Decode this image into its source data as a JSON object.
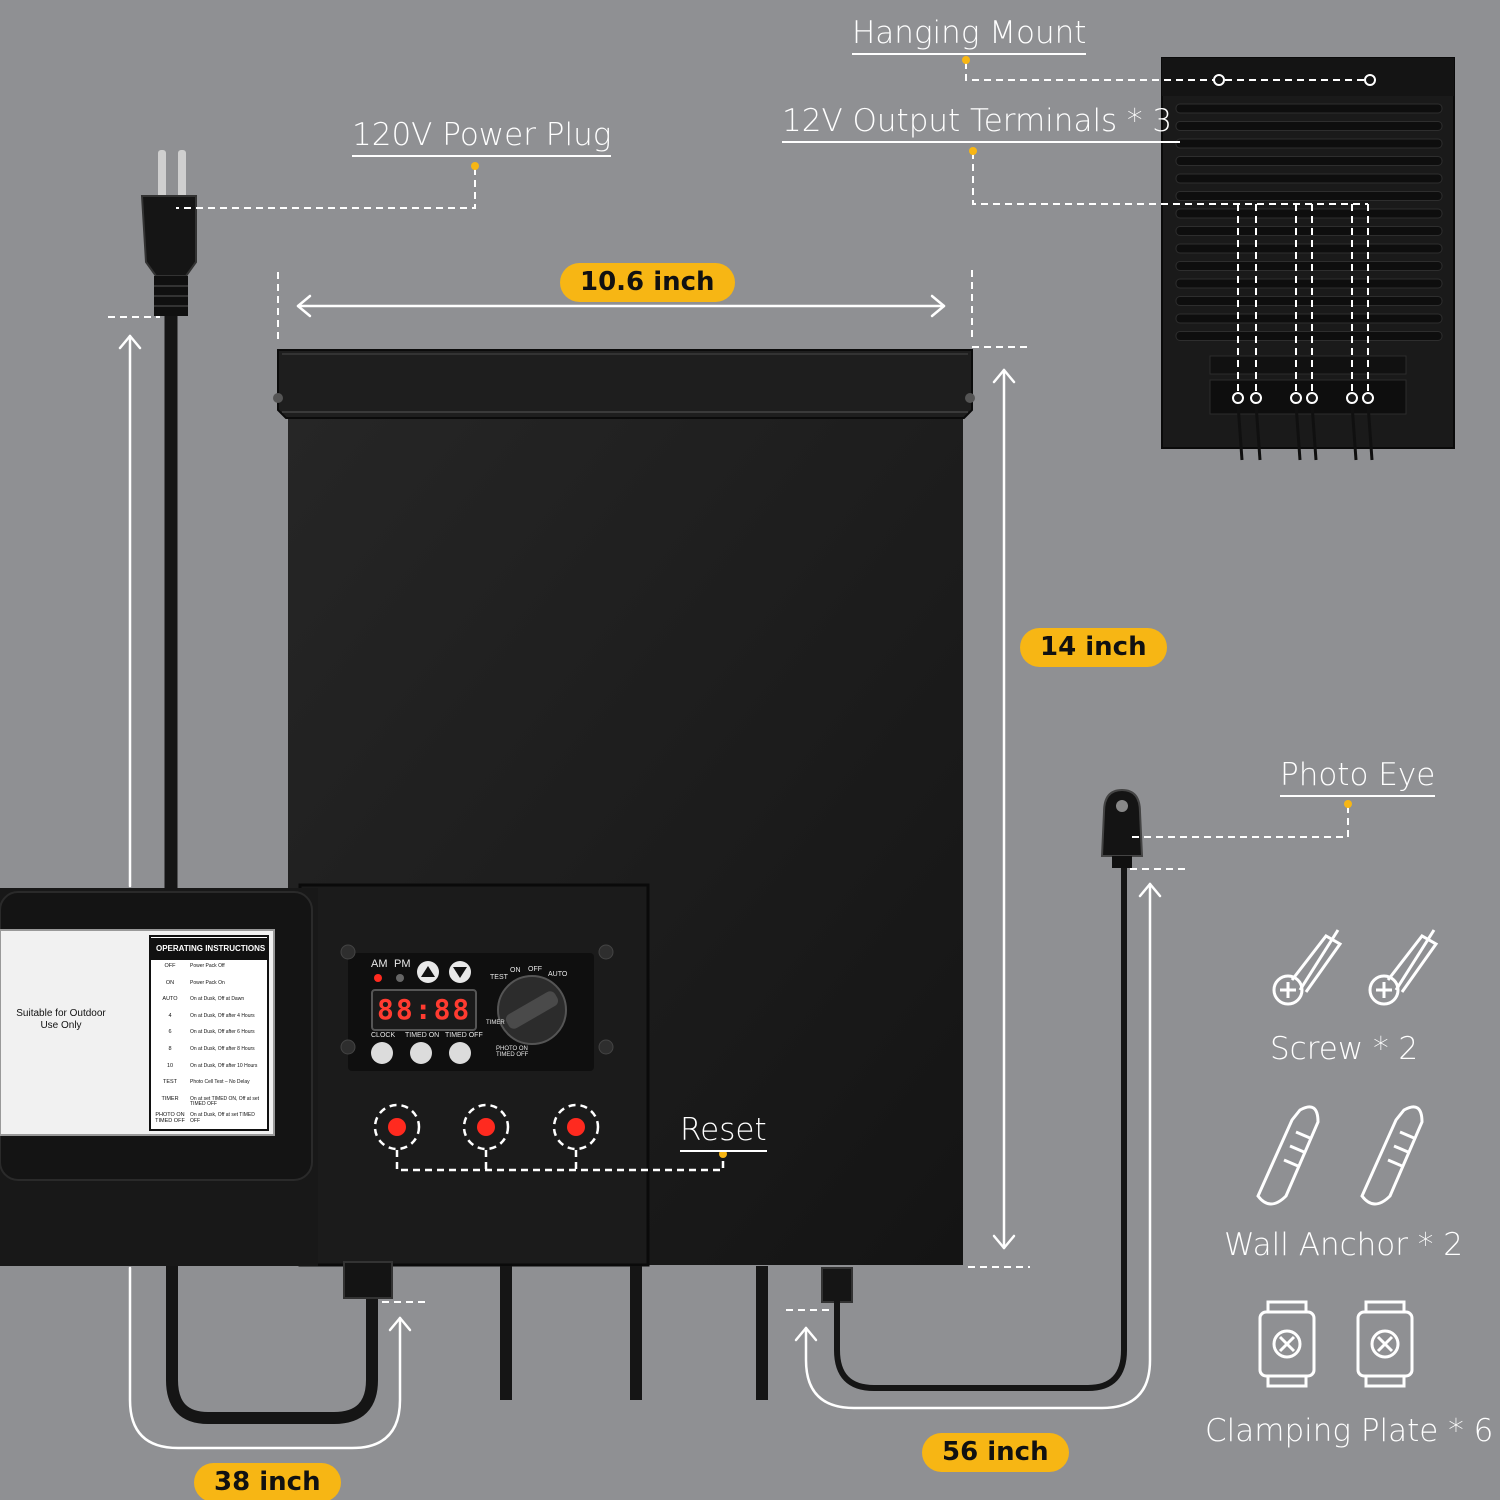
{
  "callouts": {
    "hanging_mount": "Hanging Mount",
    "output_terminals": "12V Output Terminals * 3",
    "power_plug": "120V Power Plug",
    "photo_eye": "Photo Eye",
    "reset": "Reset"
  },
  "dimensions": {
    "width": "10.6 inch",
    "height": "14 inch",
    "cord_plug": "38 inch",
    "cord_photo_eye": "56 inch"
  },
  "accessories": {
    "screw": "Screw * 2",
    "wall_anchor": "Wall Anchor * 2",
    "clamping_plate": "Clamping Plate * 6"
  },
  "control_panel": {
    "am": "AM",
    "pm": "PM",
    "display": "88:88",
    "clock": "CLOCK",
    "timed_on": "TIMED ON",
    "timed_off": "TIMED OFF",
    "dial_marks": [
      "TEST",
      "ON",
      "OFF",
      "AUTO",
      "TIMER",
      "PHOTO ON TIMED OFF"
    ]
  },
  "instruction_label": {
    "heading": "OPERATING INSTRUCTIONS",
    "suitable": "Suitable for Outdoor Use Only",
    "rows": [
      {
        "mode": "OFF",
        "desc": "Power Pack Off"
      },
      {
        "mode": "ON",
        "desc": "Power Pack On"
      },
      {
        "mode": "AUTO",
        "desc": "On at Dusk, Off at Dawn"
      },
      {
        "mode": "4",
        "desc": "On at Dusk, Off after 4 Hours"
      },
      {
        "mode": "6",
        "desc": "On at Dusk, Off after 6 Hours"
      },
      {
        "mode": "8",
        "desc": "On at Dusk, Off after 8 Hours"
      },
      {
        "mode": "10",
        "desc": "On at Dusk, Off after 10 Hours"
      },
      {
        "mode": "TEST",
        "desc": "Photo Cell Test – No Delay"
      },
      {
        "mode": "TIMER",
        "desc": "On at set TIMED ON, Off at set TIMED OFF"
      },
      {
        "mode": "PHOTO ON TIMED OFF",
        "desc": "On at Dusk, Off at set TIMED OFF"
      }
    ]
  },
  "colors": {
    "background": "#8f9093",
    "accent": "#f7b614",
    "unit": "#1c1c1c",
    "indicator": "#ff2a1f"
  }
}
